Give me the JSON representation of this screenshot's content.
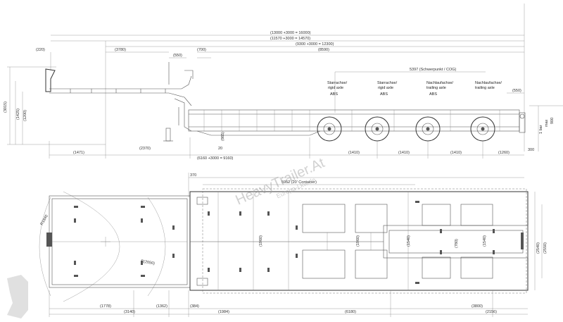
{
  "side_view": {
    "top_dimensions": [
      "(13000 +3000 = 16000)",
      "(11570 +3000 = 14570)",
      "(9300 +3000 = 12300)",
      "(3780)",
      "(8590)",
      "(220)",
      "(700)",
      "(550)"
    ],
    "cog_label": "5397 (Schwerpunkt / COG)",
    "axles": [
      {
        "label1": "Starrachse/",
        "label2": "rigid axle",
        "abs": "ABS"
      },
      {
        "label1": "Starrachse/",
        "label2": "rigid axle",
        "abs": "ABS"
      },
      {
        "label1": "Nachlaufachse/",
        "label2": "trailing axle",
        "abs": "ABS"
      },
      {
        "label1": "Nachlaufachse/",
        "label2": "trailing axle",
        "abs": "ABS"
      }
    ],
    "rear_dim": "(550)",
    "bottom_dimensions": [
      "(1471)",
      "(2370)",
      "(6160 +3000 = 9160)",
      "20",
      "(1410)",
      "(1410)",
      "(1410)",
      "(1260)"
    ],
    "left_heights": [
      "(3015)",
      "(1425)",
      "(1200)"
    ],
    "right_labels": [
      "1 bar",
      "max",
      "900"
    ],
    "ground_dim": "300",
    "mid_height": "(865)"
  },
  "top_view": {
    "top_dimensions": [
      "370",
      "5952 (20' Container)"
    ],
    "radius_labels": [
      "R1840",
      "R(2050)"
    ],
    "inner_dims": [
      "(1960)",
      "(1960)",
      "(1540)",
      "(780)",
      "(1540)"
    ],
    "right_dims": [
      "(2540)",
      "(2550)"
    ],
    "bottom_dimensions": [
      "(1778)",
      "(3140)",
      "(1362)",
      "(384)",
      "(1984)",
      "(6180)",
      "(3800)",
      "(2156)"
    ]
  },
  "watermark": {
    "brand": "HeavyTrailer.At",
    "sub": "Europa-Lkw.de"
  }
}
